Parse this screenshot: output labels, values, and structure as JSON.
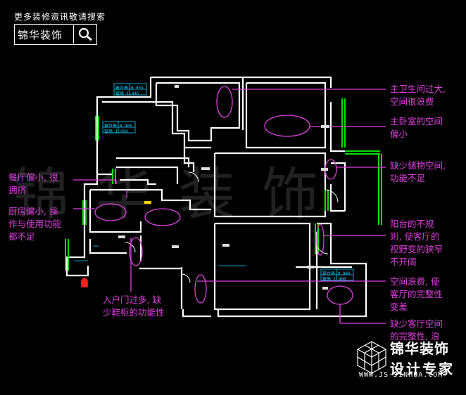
{
  "header": {
    "tip": "更多装修资讯敬请搜索",
    "brand": "锦华装饰",
    "search_icon": "magnifier-icon"
  },
  "watermark": "锦华装饰",
  "annotations": {
    "master_bath": "主卫生间过大,\n空间很浪费",
    "master_bedroom": "主卧室的空间\n偏小",
    "storage": "缺少储物空间,\n功能不足",
    "dining": "餐厅偏小, 很\n拥挤",
    "kitchen": "厨房偏小, 操\n作与使用功能\n都不足",
    "balcony": "阳台的不规\n则, 使客厅的\n视野变的狭窄\n不开阔",
    "entrance": "入户门过多, 缺\n少鞋柜的功能性",
    "living_waste": "空间浪费, 使\n客厅的完整性\n变差",
    "living_lack": "缺少客厅空间\n的完整性, 浪"
  },
  "dimension_tables": {
    "t1": [
      "窗台高",
      "0.955",
      "窗高",
      "1.445"
    ],
    "t2": [
      "窗台高",
      "0.905",
      "窗高",
      "1.450"
    ],
    "t3": [
      "窗台高",
      "0.940",
      "窗高",
      "1.900"
    ]
  },
  "logo": {
    "name": "锦华装饰",
    "tagline": "设计专家",
    "url": "WWW.JS-JINHUA.COM"
  },
  "colors": {
    "annotation": "#e040e0",
    "wall": "#ffffff",
    "window": "#00e000",
    "dimension": "#00d0ff",
    "door": "#ff2020"
  }
}
